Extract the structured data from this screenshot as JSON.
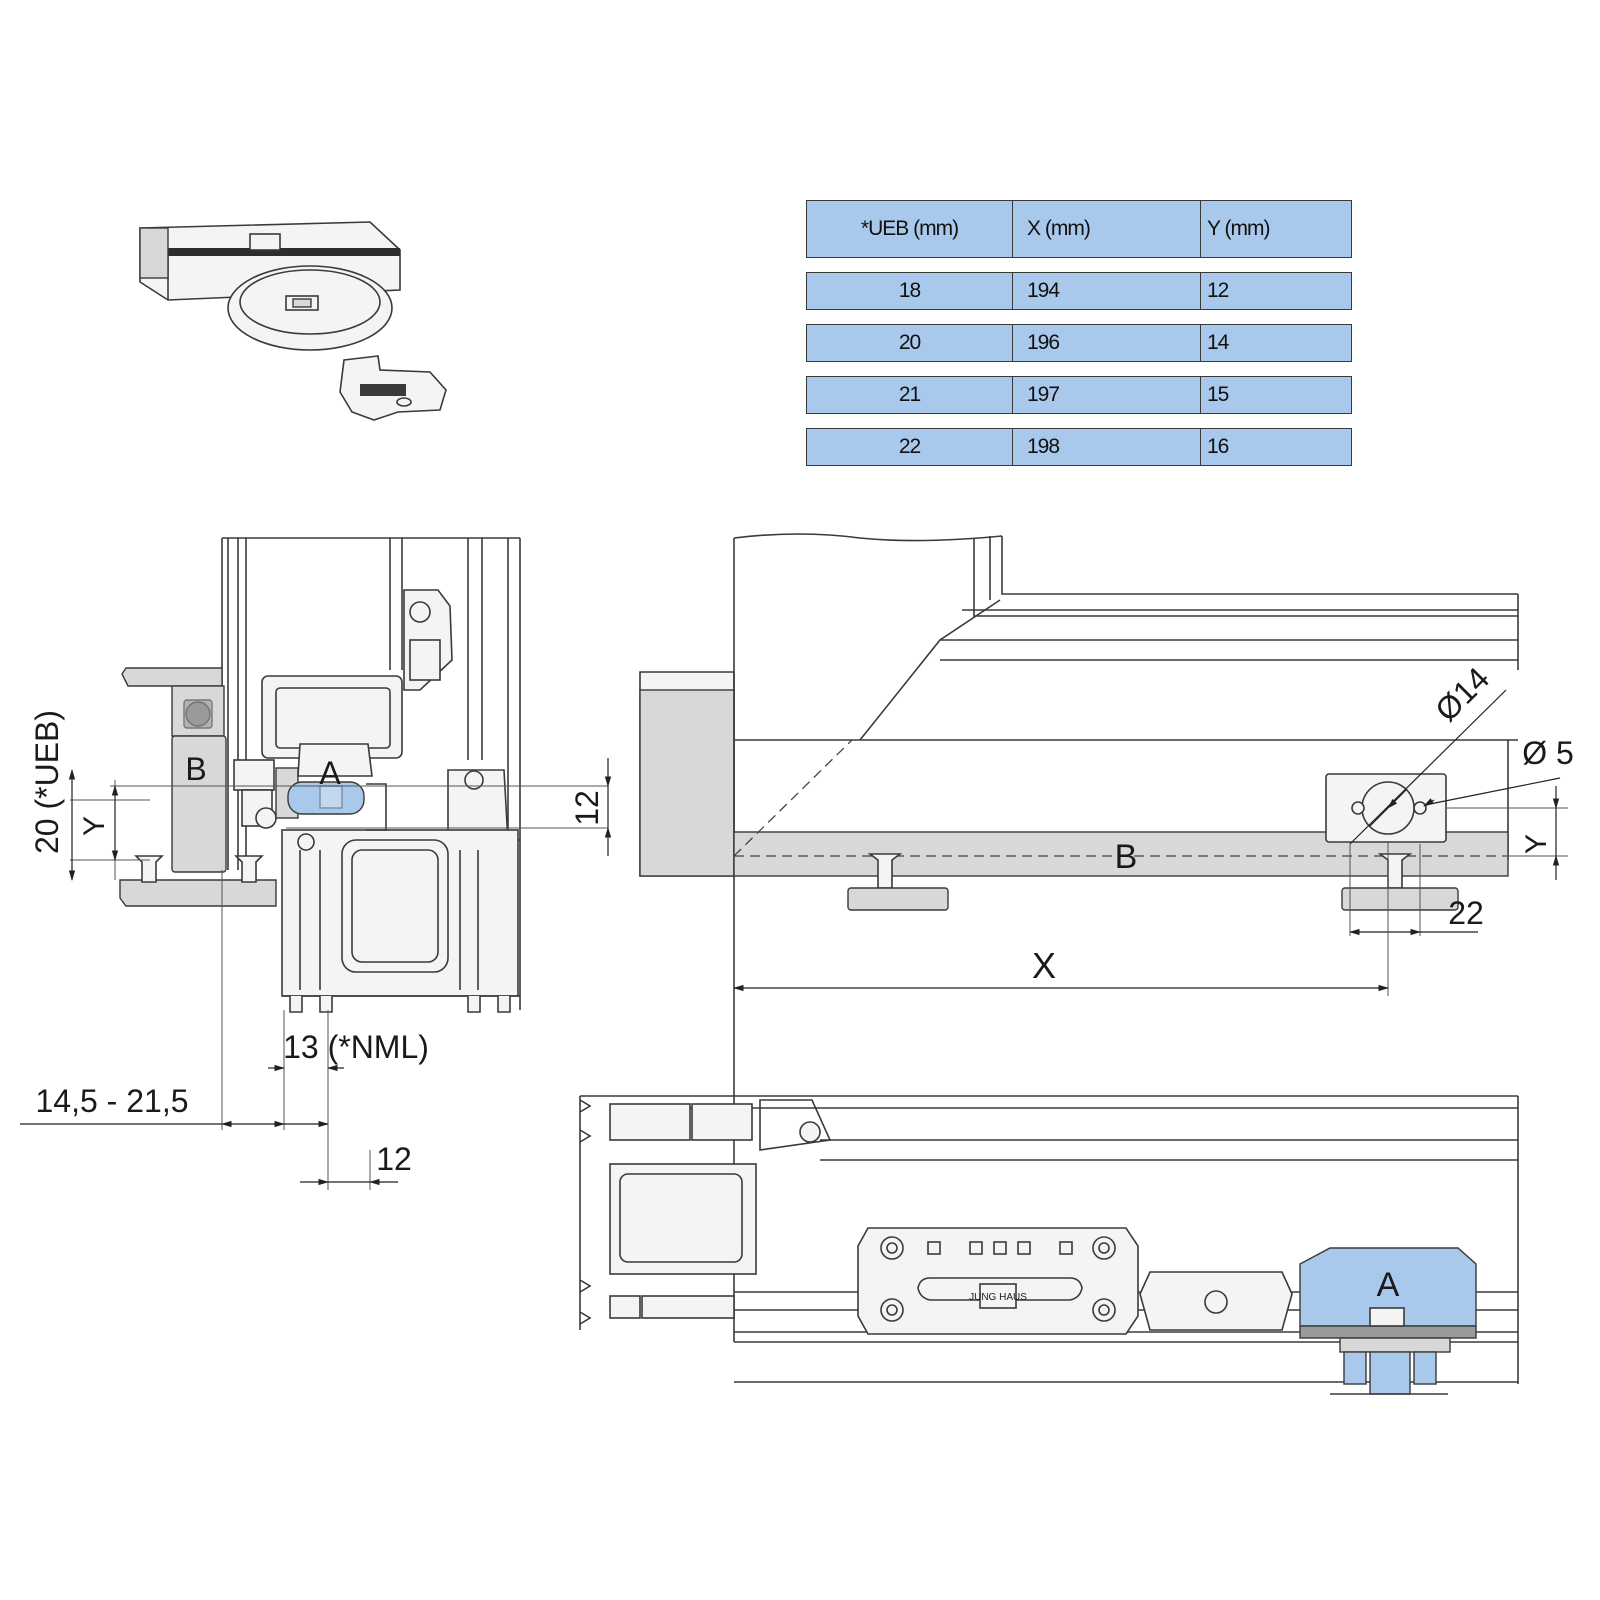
{
  "table": {
    "headers": [
      "*UEB (mm)",
      "X (mm)",
      "Y (mm)"
    ],
    "rows": [
      [
        "18",
        "194",
        "12"
      ],
      [
        "20",
        "196",
        "14"
      ],
      [
        "21",
        "197",
        "15"
      ],
      [
        "22",
        "198",
        "16"
      ]
    ],
    "fill_color": "#a9c9ec"
  },
  "section_view": {
    "label_a": "A",
    "label_b": "B",
    "dim_height": "20 (*UEB)",
    "dim_y": "Y",
    "dim_12_right": "12",
    "dim_nml": "13 (*NML)",
    "dim_range": "14,5 - 21,5",
    "dim_12_bottom": "12"
  },
  "front_view": {
    "label_b": "B",
    "dim_d14": "Ø14",
    "dim_d5": "Ø 5",
    "dim_y": "Y",
    "dim_22": "22",
    "dim_x": "X"
  },
  "bottom_view": {
    "label_a": "A",
    "logo_text": "JUNG HAUS"
  },
  "colors": {
    "highlight": "#a9c9ec",
    "line": "#3a3a3a"
  }
}
